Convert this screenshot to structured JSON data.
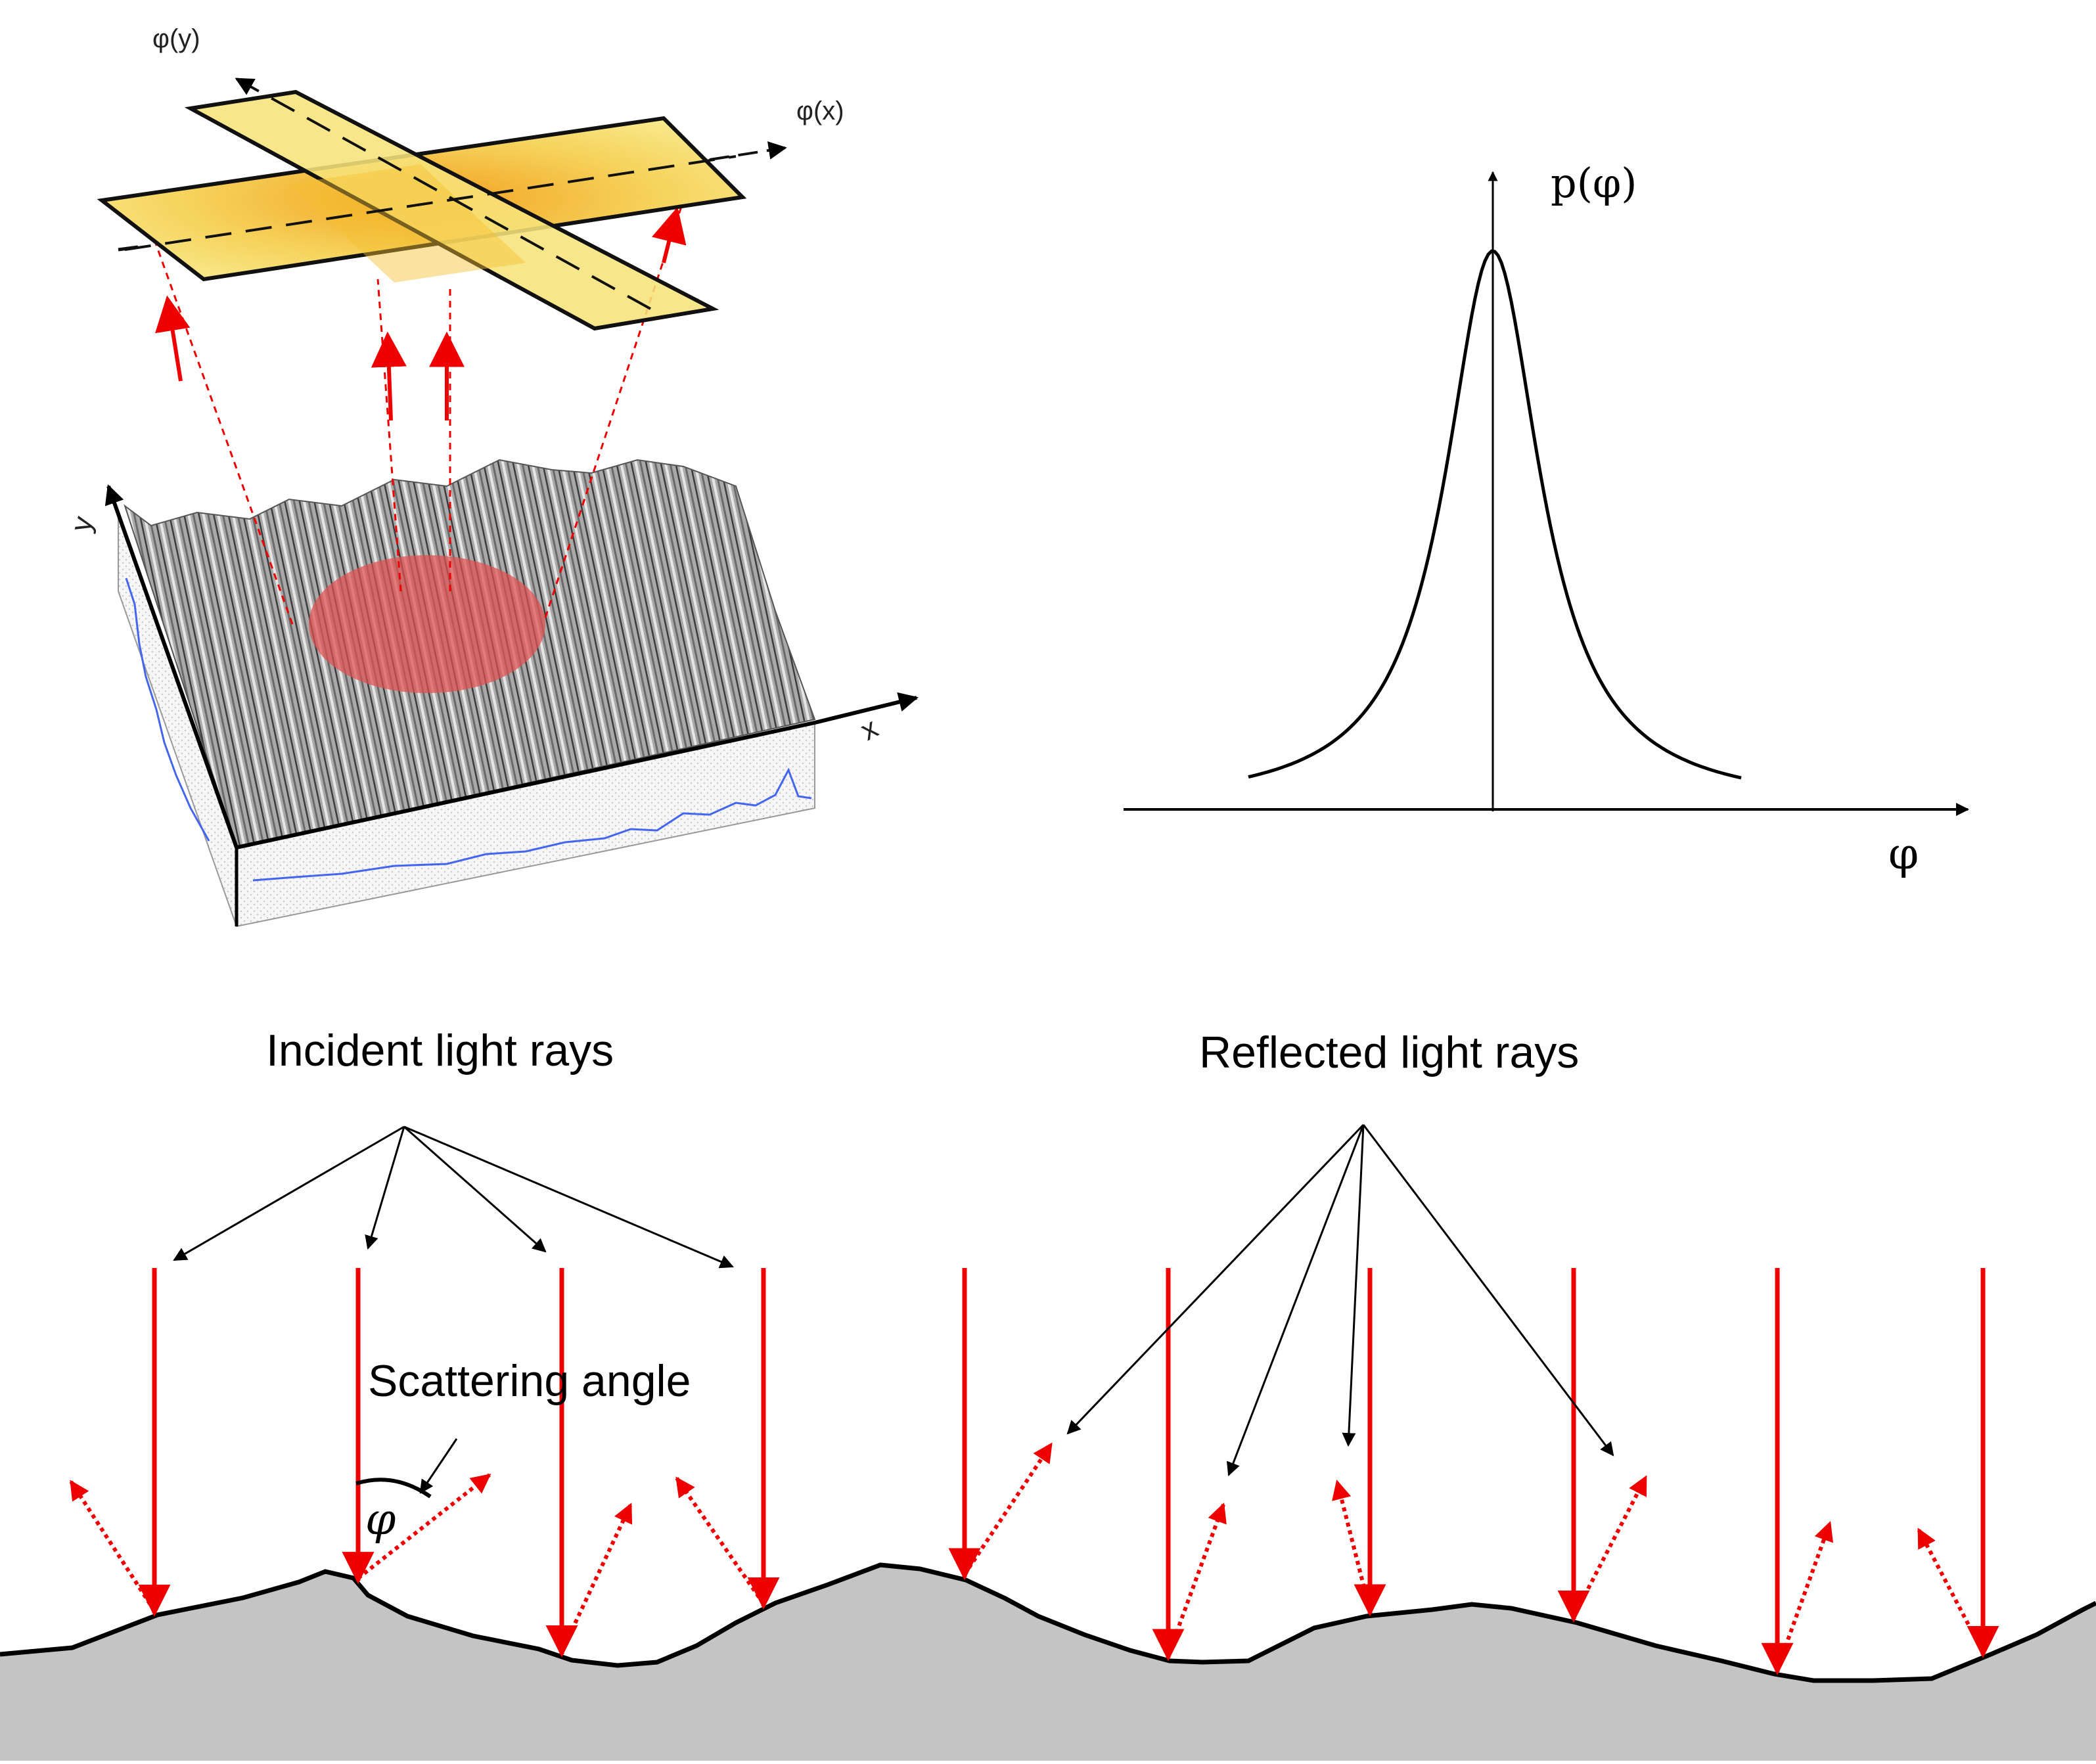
{
  "surface_3d": {
    "axis_phi_y": "φ(y)",
    "axis_phi_x": "φ(x)",
    "axis_y": "y",
    "axis_x": "x"
  },
  "distribution": {
    "y_label": "p(φ)",
    "x_label": "φ"
  },
  "scattering": {
    "incident_label": "Incident light rays",
    "reflected_label": "Reflected light rays",
    "scattering_label": "Scattering angle",
    "angle_symbol": "φ"
  },
  "colors": {
    "ray_red": "#ee0000",
    "surface_gray": "#c4c4c4",
    "plate_yellow": "#f7e27a",
    "spot_red": "#e05050",
    "profile_blue": "#4466ee"
  }
}
